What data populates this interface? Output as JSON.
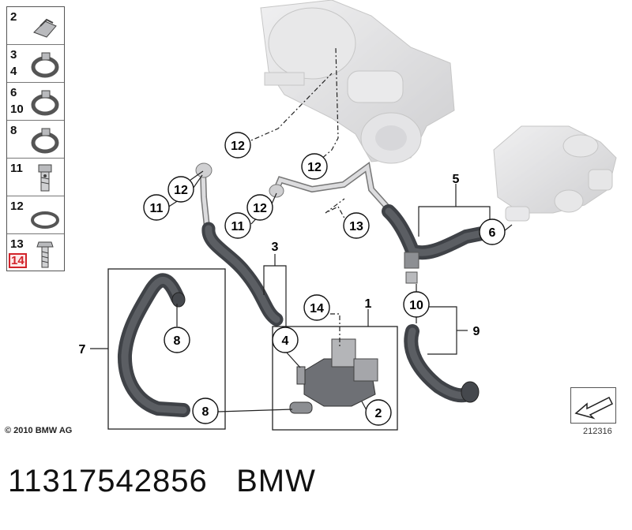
{
  "legend": [
    {
      "nums": [
        "2"
      ],
      "icon": "clip-icon"
    },
    {
      "nums": [
        "3",
        "4"
      ],
      "icon": "hose-clamp-icon"
    },
    {
      "nums": [
        "6",
        "10"
      ],
      "icon": "hose-clamp-icon"
    },
    {
      "nums": [
        "8"
      ],
      "icon": "hose-clamp-icon"
    },
    {
      "nums": [
        "11"
      ],
      "icon": "banjo-bolt-icon"
    },
    {
      "nums": [
        "12"
      ],
      "icon": "seal-ring-icon"
    },
    {
      "nums": [
        "13",
        "14"
      ],
      "icon": "hex-bolt-icon",
      "highlight": "14"
    }
  ],
  "callouts": {
    "c12a": "12",
    "c12b": "12",
    "c12c": "12",
    "c12d": "12",
    "c11a": "11",
    "c11b": "11",
    "c13": "13",
    "c6": "6",
    "c10": "10",
    "c4": "4",
    "c14": "14",
    "c8a": "8",
    "c8b": "8",
    "c2": "2"
  },
  "labels": {
    "l5": "5",
    "l3": "3",
    "l1": "1",
    "l7": "7",
    "l9": "9"
  },
  "copyright": "© 2010 BMW AG",
  "ref_number": "212316",
  "footer": {
    "part_number": "11317542856",
    "brand": "BMW"
  },
  "colors": {
    "highlight": "#d2232a",
    "hose": "#4a4d52",
    "part": "#c9c9cc"
  }
}
